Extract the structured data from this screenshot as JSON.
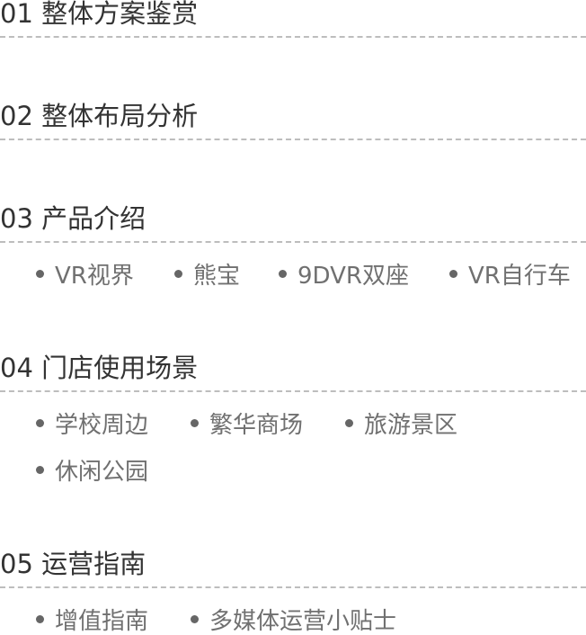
{
  "sections": [
    {
      "title": "01 整体方案鉴赏",
      "items": []
    },
    {
      "title": "02 整体布局分析",
      "items": []
    },
    {
      "title": "03 产品介绍",
      "items": [
        "VR视界",
        "熊宝",
        "9DVR双座",
        "VR自行车"
      ]
    },
    {
      "title": "04 门店使用场景",
      "items": [
        "学校周边",
        "繁华商场",
        "旅游景区",
        "休闲公园"
      ]
    },
    {
      "title": "05 运营指南",
      "items": [
        "增值指南",
        "多媒体运营小贴士"
      ]
    }
  ],
  "colors": {
    "title": "#333333",
    "item": "#707070",
    "bullet": "#666666",
    "divider": "#bdbdbd"
  }
}
